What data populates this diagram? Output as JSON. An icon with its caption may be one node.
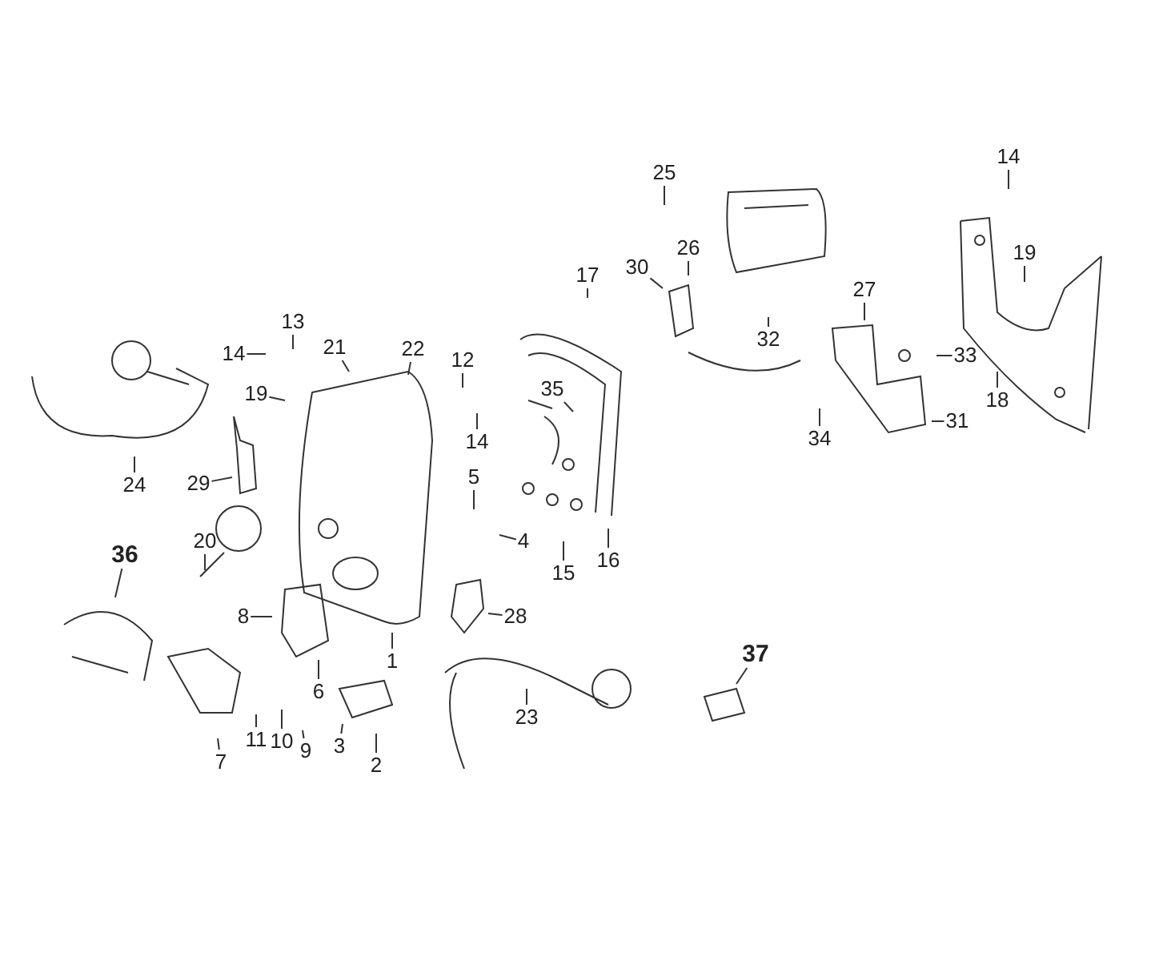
{
  "diagram": {
    "nodes": [
      {
        "text": [
          "25"
        ]
      },
      {
        "text": [
          "14"
        ]
      },
      {
        "text": [
          "17"
        ]
      },
      {
        "text": [
          "26"
        ]
      },
      {
        "text": [
          "30"
        ]
      },
      {
        "text": [
          "19"
        ]
      },
      {
        "text": [
          "27"
        ]
      },
      {
        "text": [
          "13"
        ]
      },
      {
        "text": [
          "21"
        ]
      },
      {
        "text": [
          "22"
        ]
      },
      {
        "text": [
          "12"
        ]
      },
      {
        "text": [
          "14"
        ]
      },
      {
        "text": [
          "32"
        ]
      },
      {
        "text": [
          "33"
        ]
      },
      {
        "text": [
          "18"
        ]
      },
      {
        "text": [
          "35"
        ]
      },
      {
        "text": [
          "19"
        ]
      },
      {
        "text": [
          "14"
        ]
      },
      {
        "text": [
          "24"
        ]
      },
      {
        "text": [
          "29"
        ]
      },
      {
        "text": [
          "34"
        ]
      },
      {
        "text": [
          "31"
        ]
      },
      {
        "text": [
          "5"
        ]
      },
      {
        "text": [
          "20"
        ]
      },
      {
        "text": [
          "4"
        ]
      },
      {
        "text": [
          "15"
        ]
      },
      {
        "text": [
          "16"
        ]
      },
      {
        "text": [
          "36"
        ]
      },
      {
        "text": [
          "8"
        ]
      },
      {
        "text": [
          "28"
        ]
      },
      {
        "text": [
          "37"
        ]
      },
      {
        "text": [
          "1"
        ]
      },
      {
        "text": [
          "6"
        ]
      },
      {
        "text": [
          "23"
        ]
      },
      {
        "text": [
          "11"
        ]
      },
      {
        "text": [
          "10"
        ]
      },
      {
        "text": [
          "9"
        ]
      },
      {
        "text": [
          "3"
        ]
      },
      {
        "text": [
          "2"
        ]
      },
      {
        "text": [
          "7"
        ]
      }
    ],
    "edges": [
      {
        "from": 0,
        "to": null,
        "arrow": "none"
      },
      {
        "from": 1,
        "to": null,
        "arrow": "none"
      },
      {
        "from": 2,
        "to": null,
        "arrow": "none"
      },
      {
        "from": 3,
        "to": null,
        "arrow": "none"
      },
      {
        "from": 4,
        "to": null,
        "arrow": "none"
      },
      {
        "from": 5,
        "to": null,
        "arrow": "none"
      },
      {
        "from": 6,
        "to": null,
        "arrow": "none"
      },
      {
        "from": 7,
        "to": null,
        "arrow": "none"
      },
      {
        "from": 8,
        "to": null,
        "arrow": "none"
      },
      {
        "from": 9,
        "to": null,
        "arrow": "none"
      },
      {
        "from": 10,
        "to": null,
        "arrow": "none"
      },
      {
        "from": 11,
        "to": null,
        "arrow": "none"
      },
      {
        "from": 12,
        "to": null,
        "arrow": "none"
      },
      {
        "from": 13,
        "to": null,
        "arrow": "none"
      },
      {
        "from": 14,
        "to": null,
        "arrow": "none"
      },
      {
        "from": 15,
        "to": null,
        "arrow": "none"
      },
      {
        "from": 16,
        "to": null,
        "arrow": "none"
      },
      {
        "from": 17,
        "to": null,
        "arrow": "none"
      },
      {
        "from": 18,
        "to": null,
        "arrow": "none"
      },
      {
        "from": 19,
        "to": null,
        "arrow": "none"
      },
      {
        "from": 20,
        "to": null,
        "arrow": "none"
      },
      {
        "from": 21,
        "to": null,
        "arrow": "none"
      },
      {
        "from": 22,
        "to": null,
        "arrow": "none"
      },
      {
        "from": 23,
        "to": null,
        "arrow": "none"
      },
      {
        "from": 24,
        "to": null,
        "arrow": "none"
      },
      {
        "from": 25,
        "to": null,
        "arrow": "none"
      },
      {
        "from": 26,
        "to": null,
        "arrow": "none"
      },
      {
        "from": 27,
        "to": null,
        "arrow": "none"
      },
      {
        "from": 28,
        "to": null,
        "arrow": "none"
      },
      {
        "from": 29,
        "to": null,
        "arrow": "none"
      },
      {
        "from": 30,
        "to": null,
        "arrow": "none"
      },
      {
        "from": 31,
        "to": null,
        "arrow": "none"
      },
      {
        "from": 32,
        "to": null,
        "arrow": "none"
      },
      {
        "from": 33,
        "to": null,
        "arrow": "none"
      },
      {
        "from": 34,
        "to": null,
        "arrow": "none"
      },
      {
        "from": 35,
        "to": null,
        "arrow": "none"
      },
      {
        "from": 36,
        "to": null,
        "arrow": "none"
      },
      {
        "from": 37,
        "to": null,
        "arrow": "none"
      },
      {
        "from": 38,
        "to": null,
        "arrow": "none"
      },
      {
        "from": 39,
        "to": null,
        "arrow": "none"
      }
    ]
  }
}
